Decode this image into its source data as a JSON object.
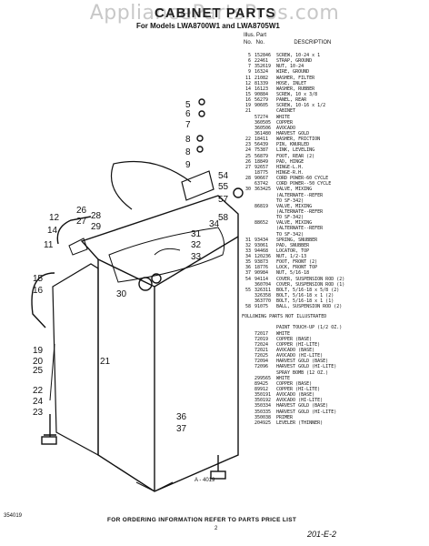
{
  "watermark": "AppliancePartsPros.com",
  "header": {
    "title": "CABINET PARTS",
    "subtitle": "For Models LWA8700W1 and LWA8705W1",
    "illus_line1": "Illus. Part",
    "col_no": "No.",
    "col_part": "No.",
    "col_desc": "DESCRIPTION"
  },
  "parts": [
    {
      "k": "5",
      "p": "152846",
      "d": "SCREW, 10-24 x 1"
    },
    {
      "k": "6",
      "p": "22461",
      "d": "STRAP, GROUND"
    },
    {
      "k": "7",
      "p": "352619",
      "d": "NUT, 10-24"
    },
    {
      "k": "9",
      "p": "16324",
      "d": "WIRE, GROUND"
    },
    {
      "k": "11",
      "p": "21082",
      "d": "WASHER, FILTER"
    },
    {
      "k": "12",
      "p": "81339",
      "d": "HOSE, INLET"
    },
    {
      "k": "14",
      "p": "16123",
      "d": "WASHER, RUBBER"
    },
    {
      "k": "15",
      "p": "90884",
      "d": "SCREW, 10 x 3/8"
    },
    {
      "k": "16",
      "p": "56279",
      "d": "PANEL, REAR"
    },
    {
      "k": "19",
      "p": "90605",
      "d": "SCREW, 10-16 x 1/2"
    },
    {
      "k": "21",
      "p": "",
      "d": "CABINET"
    },
    {
      "k": "",
      "p": "57274",
      "d": "WHITE"
    },
    {
      "k": "",
      "p": "360505",
      "d": "COPPER"
    },
    {
      "k": "",
      "p": "360506",
      "d": "AVOCADO"
    },
    {
      "k": "",
      "p": "361480",
      "d": "HARVEST GOLD"
    },
    {
      "k": "22",
      "p": "18411",
      "d": "WASHER, FRICTION"
    },
    {
      "k": "23",
      "p": "56439",
      "d": "PIN, KNURLED"
    },
    {
      "k": "24",
      "p": "75387",
      "d": "LINK, LEVELING"
    },
    {
      "k": "25",
      "p": "56879",
      "d": "FOOT, REAR (2)"
    },
    {
      "k": "26",
      "p": "18849",
      "d": "PAD, HINGE"
    },
    {
      "k": "27",
      "p": "92657",
      "d": "HINGE-L.H."
    },
    {
      "k": "",
      "p": "18775",
      "d": "HINGE-R.H."
    },
    {
      "k": "28",
      "p": "90667",
      "d": "CORD POWER-60 CYCLE"
    },
    {
      "k": "",
      "p": "63742",
      "d": "CORD POWER--50 CYCLE"
    },
    {
      "k": "30",
      "p": "363425",
      "d": "VALVE, MIXING"
    },
    {
      "k": "",
      "p": "",
      "d": "(ALTERNATE--REFER"
    },
    {
      "k": "",
      "p": "",
      "d": "TO SF-342)"
    },
    {
      "k": "",
      "p": "86819",
      "d": "VALVE, MIXING"
    },
    {
      "k": "",
      "p": "",
      "d": "(ALTERNATE--REFER"
    },
    {
      "k": "",
      "p": "",
      "d": "TO SF-342)"
    },
    {
      "k": "",
      "p": "88652",
      "d": "VALVE, MIXING"
    },
    {
      "k": "",
      "p": "",
      "d": "(ALTERNATE--REFER"
    },
    {
      "k": "",
      "p": "",
      "d": "TO SF-342)"
    },
    {
      "k": "31",
      "p": "93434",
      "d": "SPRING, SNUBBER"
    },
    {
      "k": "32",
      "p": "93061",
      "d": "PAD, SNUBBER"
    },
    {
      "k": "33",
      "p": "94468",
      "d": "LOCATOR, TOP"
    },
    {
      "k": "34",
      "p": "120236",
      "d": "NUT, 1/2-13"
    },
    {
      "k": "35",
      "p": "93873",
      "d": "FOOT, FRONT (2)"
    },
    {
      "k": "36",
      "p": "18776",
      "d": "LOCK, FRONT TOP"
    },
    {
      "k": "37",
      "p": "90984",
      "d": "NUT, 5/16-18"
    },
    {
      "k": "54",
      "p": "94114",
      "d": "COVER, SUSPENSION ROD (2)"
    },
    {
      "k": "",
      "p": "360704",
      "d": "COVER, SUSPENSION ROD (1)"
    },
    {
      "k": "55",
      "p": "326311",
      "d": "BOLT, 5/16-18 x 5/8 (2)"
    },
    {
      "k": "",
      "p": "326358",
      "d": "BOLT, 5/16-18 x 1 (2)"
    },
    {
      "k": "",
      "p": "363770",
      "d": "BOLT, 5/16-18 x 1 (1)"
    },
    {
      "k": "58",
      "p": "91075",
      "d": "BALL, SUSPENSION ROD (2)"
    }
  ],
  "not_illustrated_heading": "FOLLOWING PARTS NOT ILLUSTRATED",
  "touchup": [
    {
      "p": "",
      "d": "PAINT TOUCH-UP (1/2 OZ.)"
    },
    {
      "p": "72017",
      "d": "WHITE"
    },
    {
      "p": "72019",
      "d": "COPPER (BASE)"
    },
    {
      "p": "72024",
      "d": "COPPER (HI-LITE)"
    },
    {
      "p": "72021",
      "d": "AVOCADO (BASE)"
    },
    {
      "p": "72025",
      "d": "AVOCADO (HI-LITE)"
    },
    {
      "p": "72094",
      "d": "HARVEST GOLD (BASE)"
    },
    {
      "p": "72096",
      "d": "HARVEST GOLD (HI-LITE)"
    },
    {
      "p": "",
      "d": "SPRAY BOMB (12 OZ.)"
    },
    {
      "p": "299565",
      "d": "WHITE"
    },
    {
      "p": "89425",
      "d": "COPPER (BASE)"
    },
    {
      "p": "89912",
      "d": "COPPER (HI-LITE)"
    },
    {
      "p": "350191",
      "d": "AVOCADO (BASE)"
    },
    {
      "p": "350192",
      "d": "AVOCADO (HI-LITE)"
    },
    {
      "p": "350334",
      "d": "HARVEST GOLD (BASE)"
    },
    {
      "p": "350335",
      "d": "HARVEST GOLD (HI-LITE)"
    },
    {
      "p": "350038",
      "d": "PRIMER"
    },
    {
      "p": "204925",
      "d": "LEVELER (THINNER)"
    }
  ],
  "callouts": [
    "5",
    "6",
    "7",
    "8",
    "8",
    "9",
    "54",
    "55",
    "57",
    "58",
    "12",
    "26",
    "27",
    "28",
    "29",
    "11",
    "14",
    "31",
    "32",
    "33",
    "34",
    "15",
    "16",
    "30",
    "19",
    "20",
    "25",
    "22",
    "24",
    "23",
    "21",
    "36",
    "37"
  ],
  "figure_id": "A - 4019",
  "footer": {
    "left_id": "354019",
    "message": "FOR ORDERING INFORMATION REFER TO PARTS PRICE LIST",
    "page": "2",
    "handwritten_ref": "201-E-2"
  }
}
